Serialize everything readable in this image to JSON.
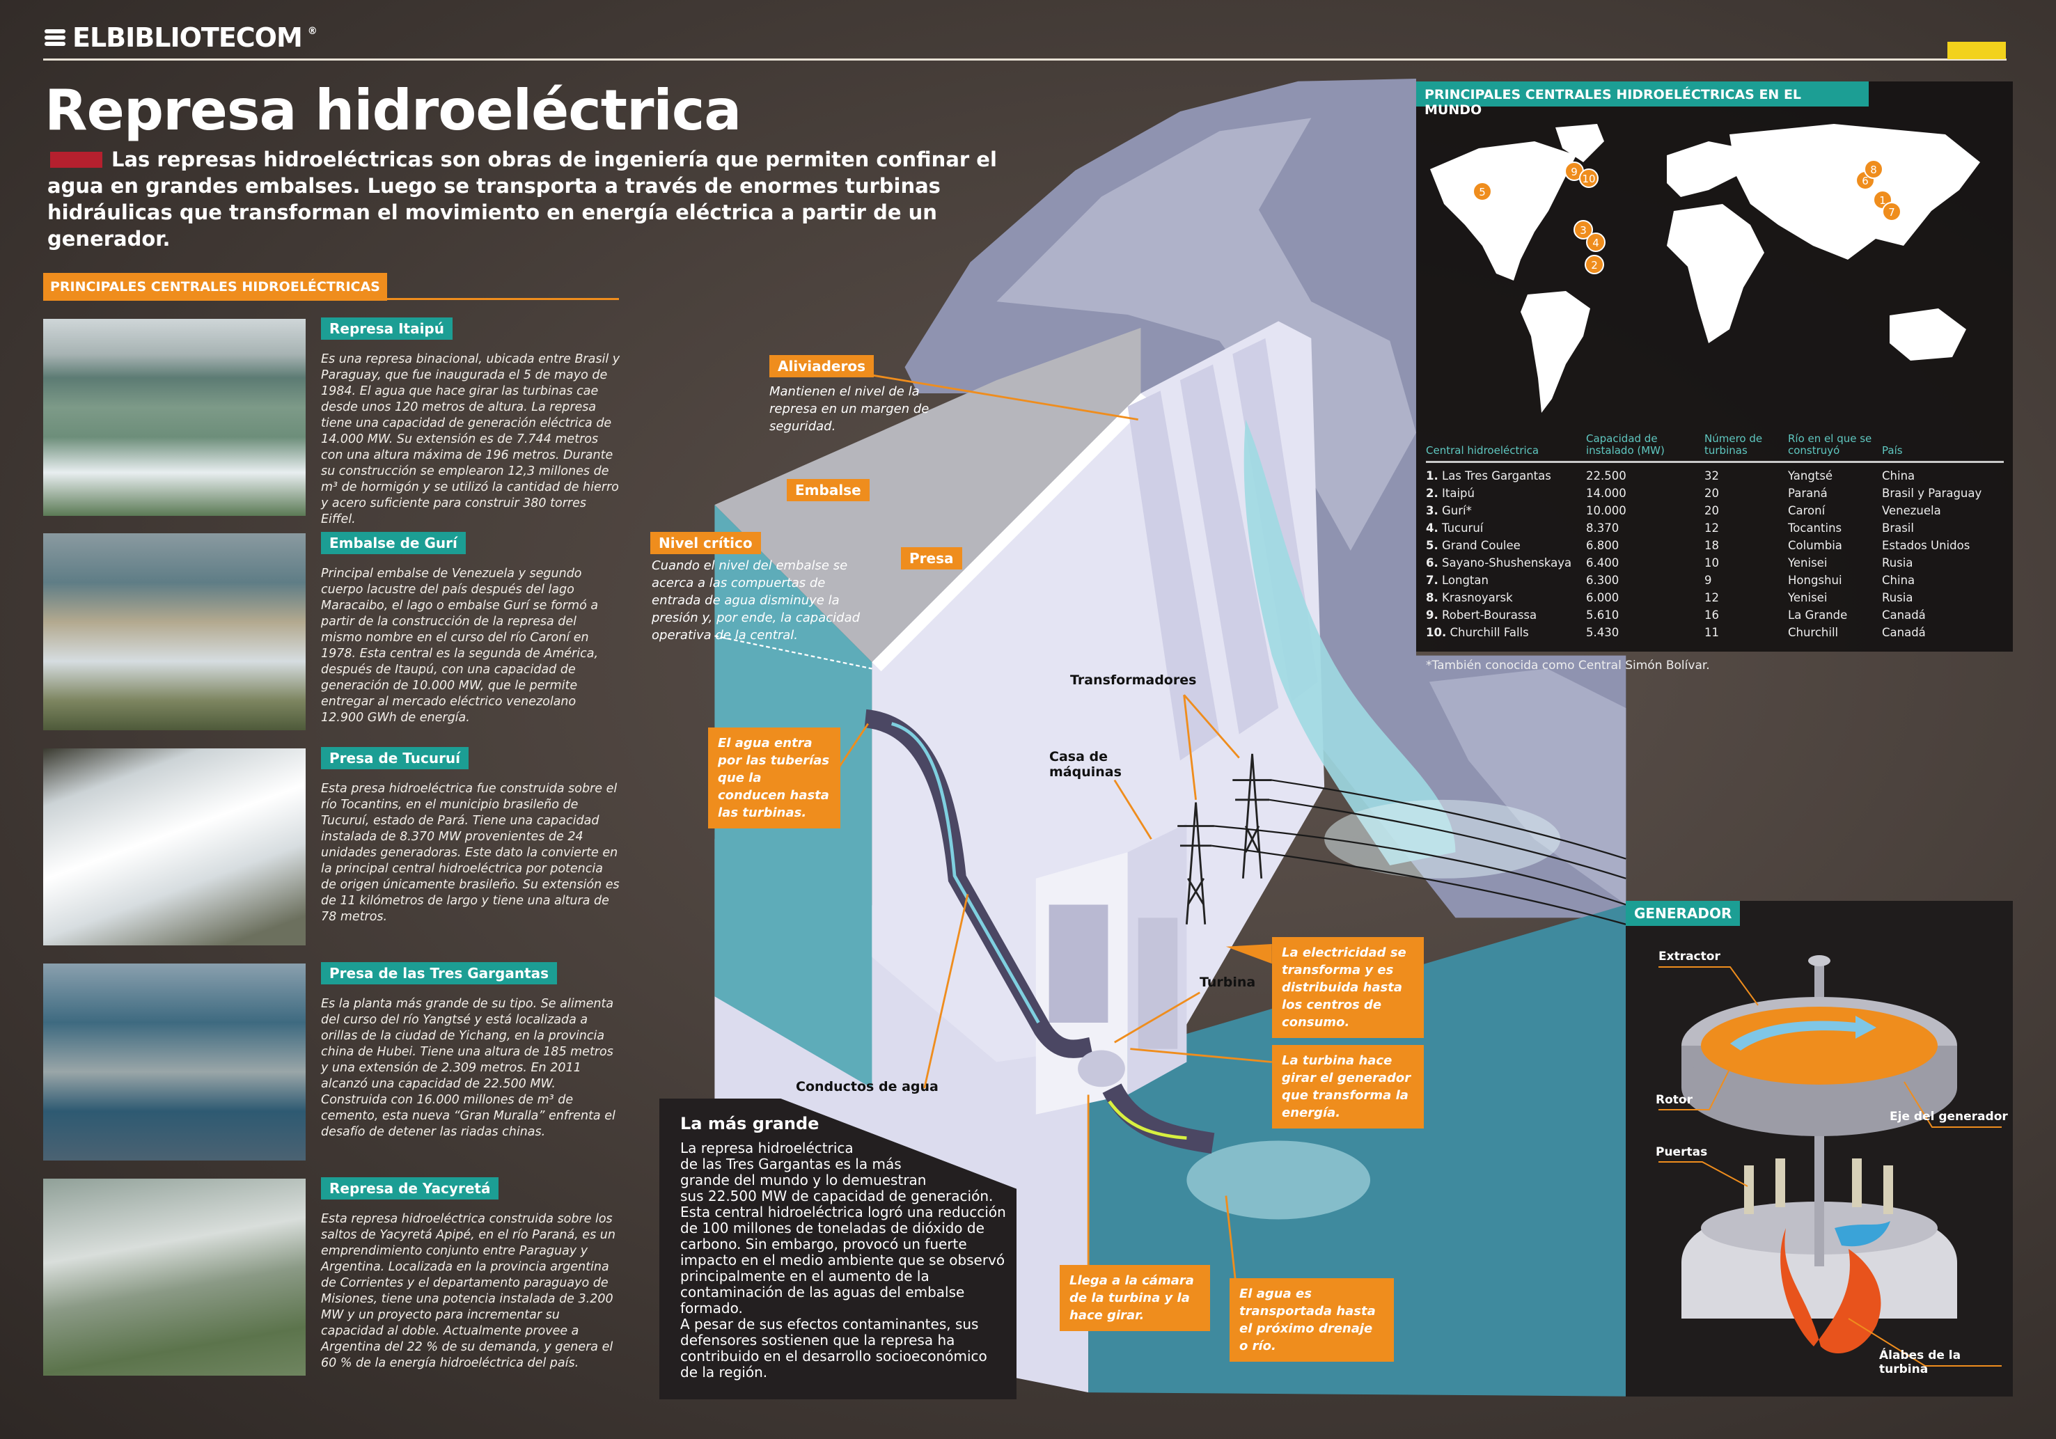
{
  "logo": {
    "text": "ELBIBLIOTECOM",
    "registered": "®"
  },
  "colors": {
    "accent_orange": "#ef8d1d",
    "accent_teal": "#1c9e94",
    "accent_red": "#b5202e",
    "accent_yellow": "#f2d21c",
    "background": "#4a413c"
  },
  "title": "Represa hidroeléctrica",
  "intro": "Las represas hidroeléctricas son obras de ingeniería que permiten confinar el agua en grandes embalses. Luego se transporta a través de enormes turbinas hidráulicas que transforman el movimiento en energía eléctrica a partir de un generador.",
  "left_section": {
    "heading": "PRINCIPALES CENTRALES HIDROELÉCTRICAS",
    "items": [
      {
        "name": "Represa Itaipú",
        "text": "Es una represa binacional, ubicada entre Brasil y Paraguay, que fue inaugurada el 5 de mayo de 1984. El agua que hace girar las turbinas cae desde unos 120 metros de altura. La represa tiene una capacidad de generación eléctrica de 14.000 MW. Su extensión es de 7.744 metros con una altura máxima de 196 metros. Durante su construcción se emplearon 12,3 millones de m³ de hormigón y se utilizó la cantidad de hierro y acero suficiente para construir 380 torres Eiffel."
      },
      {
        "name": "Embalse de Gurí",
        "text": "Principal embalse de Venezuela y segundo cuerpo lacustre del país después del lago Maracaibo, el lago o embalse Gurí se formó a partir de la construcción de la represa del mismo nombre en el curso del río Caroní en 1978. Esta central es la segunda de América, después de Itaupú, con una capacidad de generación de 10.000 MW, que le permite entregar al mercado eléctrico venezolano 12.900 GWh de energía."
      },
      {
        "name": "Presa de Tucuruí",
        "text": "Esta presa hidroeléctrica fue construida sobre el río Tocantins, en el municipio brasileño de Tucuruí, estado de Pará. Tiene una capacidad instalada de 8.370 MW provenientes de 24 unidades generadoras. Este dato la convierte en la principal central hidroeléctrica por potencia de origen únicamente brasileño. Su extensión es de 11 kilómetros de largo y tiene una altura de 78 metros."
      },
      {
        "name": "Presa de las Tres Gargantas",
        "text": "Es la planta más grande de su tipo. Se alimenta del curso del río Yangtsé y está localizada a orillas de la ciudad de Yichang, en la provincia china de Hubei. Tiene una altura de 185 metros y una extensión de 2.309 metros. En 2011 alcanzó una capacidad de 22.500 MW. Construida con 16.000 millones de m³ de cemento, esta nueva “Gran Muralla” enfrenta el desafío de detener las riadas chinas."
      },
      {
        "name": "Represa de Yacyretá",
        "text": "Esta represa hidroeléctrica construida sobre los saltos de Yacyretá Apipé, en el río Paraná, es un emprendimiento conjunto entre Paraguay y Argentina. Localizada en la provincia argentina de Corrientes y el departamento paraguayo de Misiones, tiene una potencia instalada de 3.200 MW y un proyecto para incrementar su capacidad al doble. Actualmente provee a Argentina del 22 % de su demanda, y genera el 60 % de la energía hidroeléctrica del país."
      }
    ]
  },
  "diagram": {
    "aliviaderos": {
      "tag": "Aliviaderos",
      "text": "Mantienen el nivel de la represa en un margen de seguridad."
    },
    "embalse": "Embalse",
    "nivel_critico": {
      "tag": "Nivel crítico",
      "text": "Cuando el nivel del embalse se acerca a las compuertas de entrada de agua disminuye la presión y, por ende, la capacidad operativa de la central."
    },
    "presa": "Presa",
    "transformadores": "Transformadores",
    "casa_maquinas": "Casa de máquinas",
    "turbina": "Turbina",
    "conductos": "Conductos de agua",
    "callout_entrada": "El agua entra por las tuberías que la conducen hasta las turbinas.",
    "callout_electricidad": "La electricidad se transforma y es distribuida hasta los centros de consumo.",
    "callout_turbina": "La turbina hace girar el generador que transforma la energía.",
    "callout_camara": "Llega a la cámara de la turbina y la hace girar.",
    "callout_drenaje": "El agua es transportada hasta el próximo drenaje o río."
  },
  "mas_grande": {
    "title": "La más grande",
    "text": "La represa hidroeléctrica\nde las Tres Gargantas es la más\ngrande del mundo y lo demuestran\nsus 22.500 MW de capacidad de generación.\nEsta central hidroeléctrica logró una reducción de 100 millones de toneladas de dióxido de carbono. Sin embargo, provocó un fuerte impacto en el medio ambiente que se observó principalmente en el aumento de la contaminación de las aguas del embalse formado.\nA pesar de sus efectos contaminantes, sus defensores sostienen que la represa ha contribuido en el desarrollo socioeconómico de la región."
  },
  "world": {
    "title": "PRINCIPALES CENTRALES HIDROELÉCTRICAS EN EL MUNDO",
    "map_markers": [
      "1",
      "2",
      "3",
      "4",
      "5",
      "6",
      "7",
      "8",
      "9",
      "10"
    ],
    "columns": [
      "Central hidroeléctrica",
      "Capacidad de instalado (MW)",
      "Número de turbinas",
      "Río en el que se construyó",
      "País"
    ],
    "rows": [
      {
        "rank": "1.",
        "name": "Las Tres Gargantas",
        "mw": "22.500",
        "turbines": "32",
        "river": "Yangtsé",
        "country": "China"
      },
      {
        "rank": "2.",
        "name": "Itaipú",
        "mw": "14.000",
        "turbines": "20",
        "river": "Paraná",
        "country": "Brasil y Paraguay"
      },
      {
        "rank": "3.",
        "name": "Gurí*",
        "mw": "10.000",
        "turbines": "20",
        "river": "Caroní",
        "country": "Venezuela"
      },
      {
        "rank": "4.",
        "name": "Tucuruí",
        "mw": "8.370",
        "turbines": "12",
        "river": "Tocantins",
        "country": "Brasil"
      },
      {
        "rank": "5.",
        "name": "Grand Coulee",
        "mw": "6.800",
        "turbines": "18",
        "river": "Columbia",
        "country": "Estados Unidos"
      },
      {
        "rank": "6.",
        "name": "Sayano-Shushenskaya",
        "mw": "6.400",
        "turbines": "10",
        "river": "Yenisei",
        "country": "Rusia"
      },
      {
        "rank": "7.",
        "name": "Longtan",
        "mw": "6.300",
        "turbines": "9",
        "river": "Hongshui",
        "country": "China"
      },
      {
        "rank": "8.",
        "name": "Krasnoyarsk",
        "mw": "6.000",
        "turbines": "12",
        "river": "Yenisei",
        "country": "Rusia"
      },
      {
        "rank": "9.",
        "name": "Robert-Bourassa",
        "mw": "5.610",
        "turbines": "16",
        "river": "La Grande",
        "country": "Canadá"
      },
      {
        "rank": "10.",
        "name": "Churchill Falls",
        "mw": "5.430",
        "turbines": "11",
        "river": "Churchill",
        "country": "Canadá"
      }
    ],
    "footnote": "*También conocida como Central Simón Bolívar."
  },
  "generator": {
    "title": "GENERADOR",
    "extractor": "Extractor",
    "rotor": "Rotor",
    "eje": "Eje del generador",
    "puertas": "Puertas",
    "alabes": "Álabes de la turbina"
  }
}
